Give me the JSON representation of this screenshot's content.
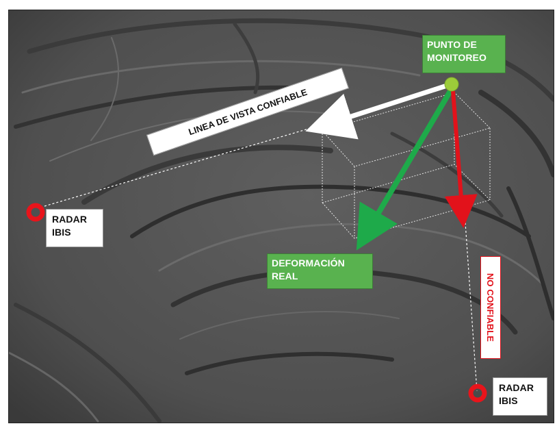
{
  "labels": {
    "punto_monitoreo": "PUNTO DE\nMONITOREO",
    "linea_vista": "LINEA DE VISTA CONFIABLE",
    "deformacion_real": "DEFORMACIÓN\nREAL",
    "no_confiable": "NO CONFIABLE",
    "radar_left": "RADAR\nIBIS",
    "radar_right": "RADAR\nIBIS"
  },
  "colors": {
    "monitor_point": "#9ccc3a",
    "green_vector": "#1eaa4a",
    "red_vector": "#e2121b",
    "radar_marker": "#e8141b",
    "los_arrow": "#ffffff",
    "green_label_bg": "#59b24f",
    "terrain": "#585858"
  },
  "icons": {
    "radar_marker": "red-ring-icon",
    "monitor_point": "green-dot-icon"
  }
}
